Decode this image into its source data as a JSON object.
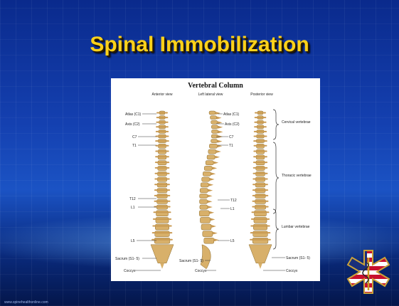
{
  "title": "Spinal Immobilization",
  "figure": {
    "heading": "Vertebral Column",
    "views": [
      "Anterior view",
      "Left lateral view",
      "Posterior view"
    ],
    "left_labels": [
      "Atlas (C1)",
      "Axis (C2)",
      "C7",
      "T1",
      "T12",
      "L1",
      "L5",
      "Sacrum (S1- 5)",
      "Coccyx"
    ],
    "middle_labels": [
      "Atlas (C1)",
      "Axis (C2)",
      "C7",
      "T1",
      "T12",
      "L1",
      "L5",
      "Sacrum (S1- 5)",
      "Coccyx"
    ],
    "right_labels": [
      "Sacrum (S1- 5)",
      "Coccyx"
    ],
    "regions": [
      {
        "name": "Cervical vertebrae"
      },
      {
        "name": "Thoracic vertebrae"
      },
      {
        "name": "Lumbar vertebrae"
      }
    ]
  },
  "footer": "www.spinehealthonline.com",
  "colors": {
    "title": "#ffd21a",
    "bone": "#d8b06a",
    "background": "#1440b0"
  },
  "emblem": "star-of-life-flag-icon"
}
